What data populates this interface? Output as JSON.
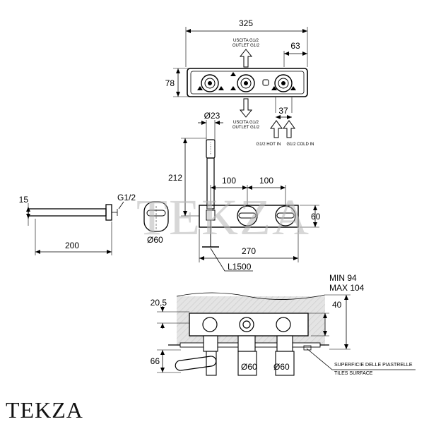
{
  "brand": "TEKZA",
  "watermark": "TEKZA",
  "top_view": {
    "width": "325",
    "height": "78",
    "offset_right": "63",
    "spacing": "37",
    "outlet_up_line1": "USCITA G1/2",
    "outlet_up_line2": "OUTLET G1/2",
    "outlet_down_line1": "USCITA G1/2",
    "outlet_down_line2": "OUTLET G1/2",
    "hot_in": "G1/2 HOT IN",
    "cold_in": "G1/2 COLD IN"
  },
  "front_view": {
    "handshower_dia": "Ø23",
    "height_212": "212",
    "spacing_1": "100",
    "spacing_2": "100",
    "height_60": "60",
    "width_270": "270",
    "hose": "L1500"
  },
  "spout_view": {
    "dim_15": "15",
    "thread": "G1/2",
    "length": "200",
    "flange_dia": "Ø60"
  },
  "section_view": {
    "min": "MIN 94",
    "max": "MAX 104",
    "dim_20_5": "20,5",
    "dim_40": "40",
    "dim_66": "66",
    "dia_1": "Ø60",
    "dia_2": "Ø60",
    "tiles_line1": "SUPERFICIE DELLE PIASTRELLE",
    "tiles_line2": "TILES SURFACE"
  },
  "colors": {
    "line": "#000000",
    "watermark": "#b8b8b8",
    "wall_hatch": "#e2e2e2"
  }
}
